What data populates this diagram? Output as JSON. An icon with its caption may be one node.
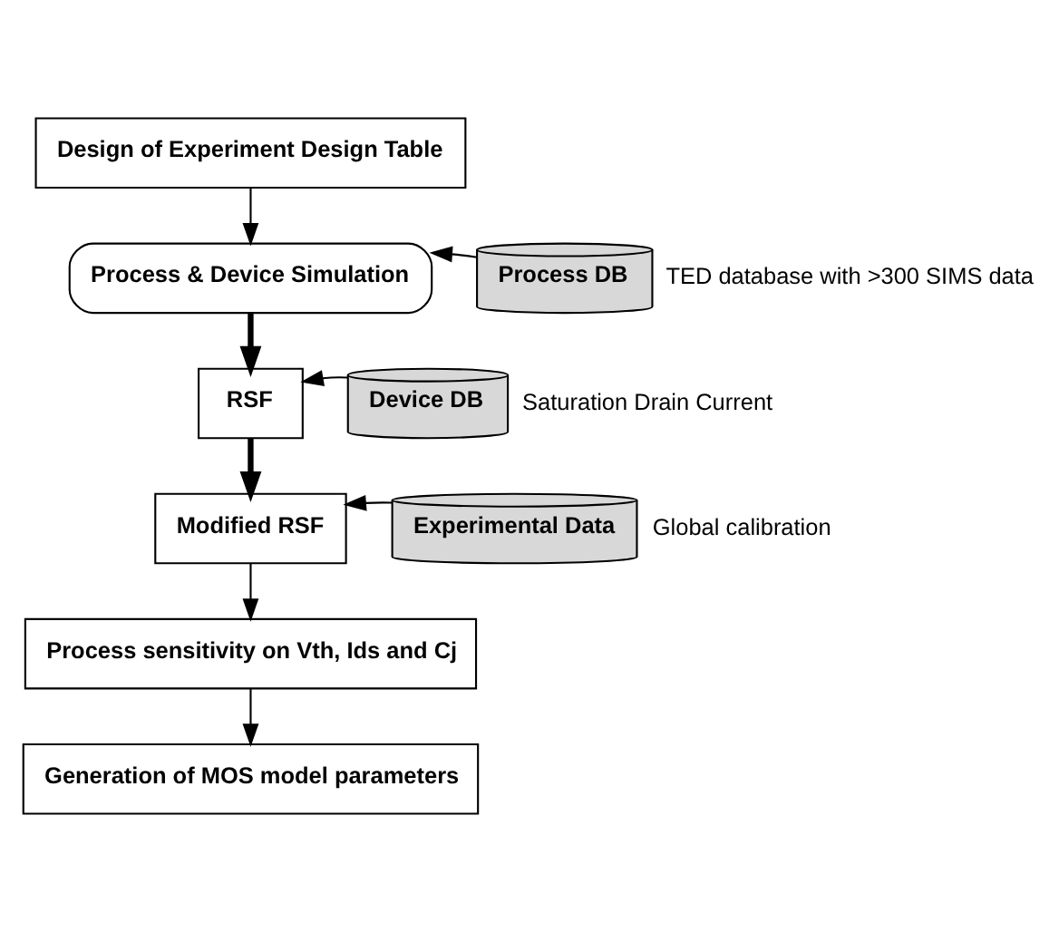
{
  "diagram": {
    "nodes": [
      {
        "text": [
          "Design of Experiment Design Table"
        ]
      },
      {
        "text": [
          "Process & Device Simulation"
        ]
      },
      {
        "text": [
          "Process DB"
        ],
        "beside": [
          "TED database with >300 SIMS data"
        ]
      },
      {
        "text": [
          "RSF"
        ]
      },
      {
        "text": [
          "Device DB"
        ],
        "beside": [
          "Saturation Drain Current"
        ]
      },
      {
        "text": [
          "Modified RSF"
        ]
      },
      {
        "text": [
          "Experimental Data"
        ],
        "beside": [
          "Global calibration"
        ]
      },
      {
        "text": [
          "Process sensitivity on Vth, Ids and Cj"
        ]
      },
      {
        "text": [
          "Generation of MOS model parameters"
        ]
      }
    ],
    "edges": [
      {
        "from": 0,
        "to": 1,
        "arrow": "to"
      },
      {
        "from": 2,
        "to": 1,
        "arrow": "to"
      },
      {
        "from": 1,
        "to": 3,
        "arrow": "to",
        "style": "thick"
      },
      {
        "from": 4,
        "to": 3,
        "arrow": "to"
      },
      {
        "from": 3,
        "to": 5,
        "arrow": "to",
        "style": "thick"
      },
      {
        "from": 6,
        "to": 5,
        "arrow": "to"
      },
      {
        "from": 5,
        "to": 7,
        "arrow": "to"
      },
      {
        "from": 7,
        "to": 8,
        "arrow": "to"
      }
    ]
  }
}
